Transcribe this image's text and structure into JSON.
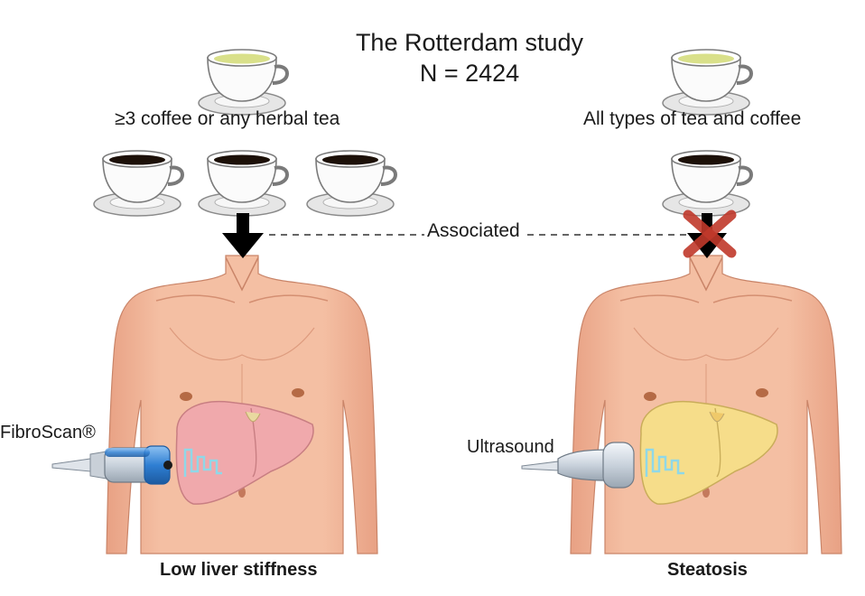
{
  "title": "The Rotterdam study",
  "subtitle": "N = 2424",
  "left": {
    "condition": "≥3 coffee or any herbal tea",
    "device": "FibroScan®",
    "outcome": "Low liver stiffness",
    "liver_color": "#f0a9ac",
    "probe_color": "#2f7fd3"
  },
  "right": {
    "condition": "All types of tea and coffee",
    "device": "Ultrasound",
    "outcome": "Steatosis",
    "liver_color": "#f6dd8a"
  },
  "association_label": "Associated",
  "icons": [
    "tea-cup-icon",
    "coffee-cup-icon",
    "down-arrow-icon",
    "cross-icon",
    "fibroscan-probe-icon",
    "ultrasound-probe-icon"
  ],
  "colors": {
    "skin": "#f2b79a",
    "skin_shade": "#e29b7d",
    "tea": "#d9e08a",
    "coffee": "#1c1008",
    "cross": "#c0392b"
  }
}
